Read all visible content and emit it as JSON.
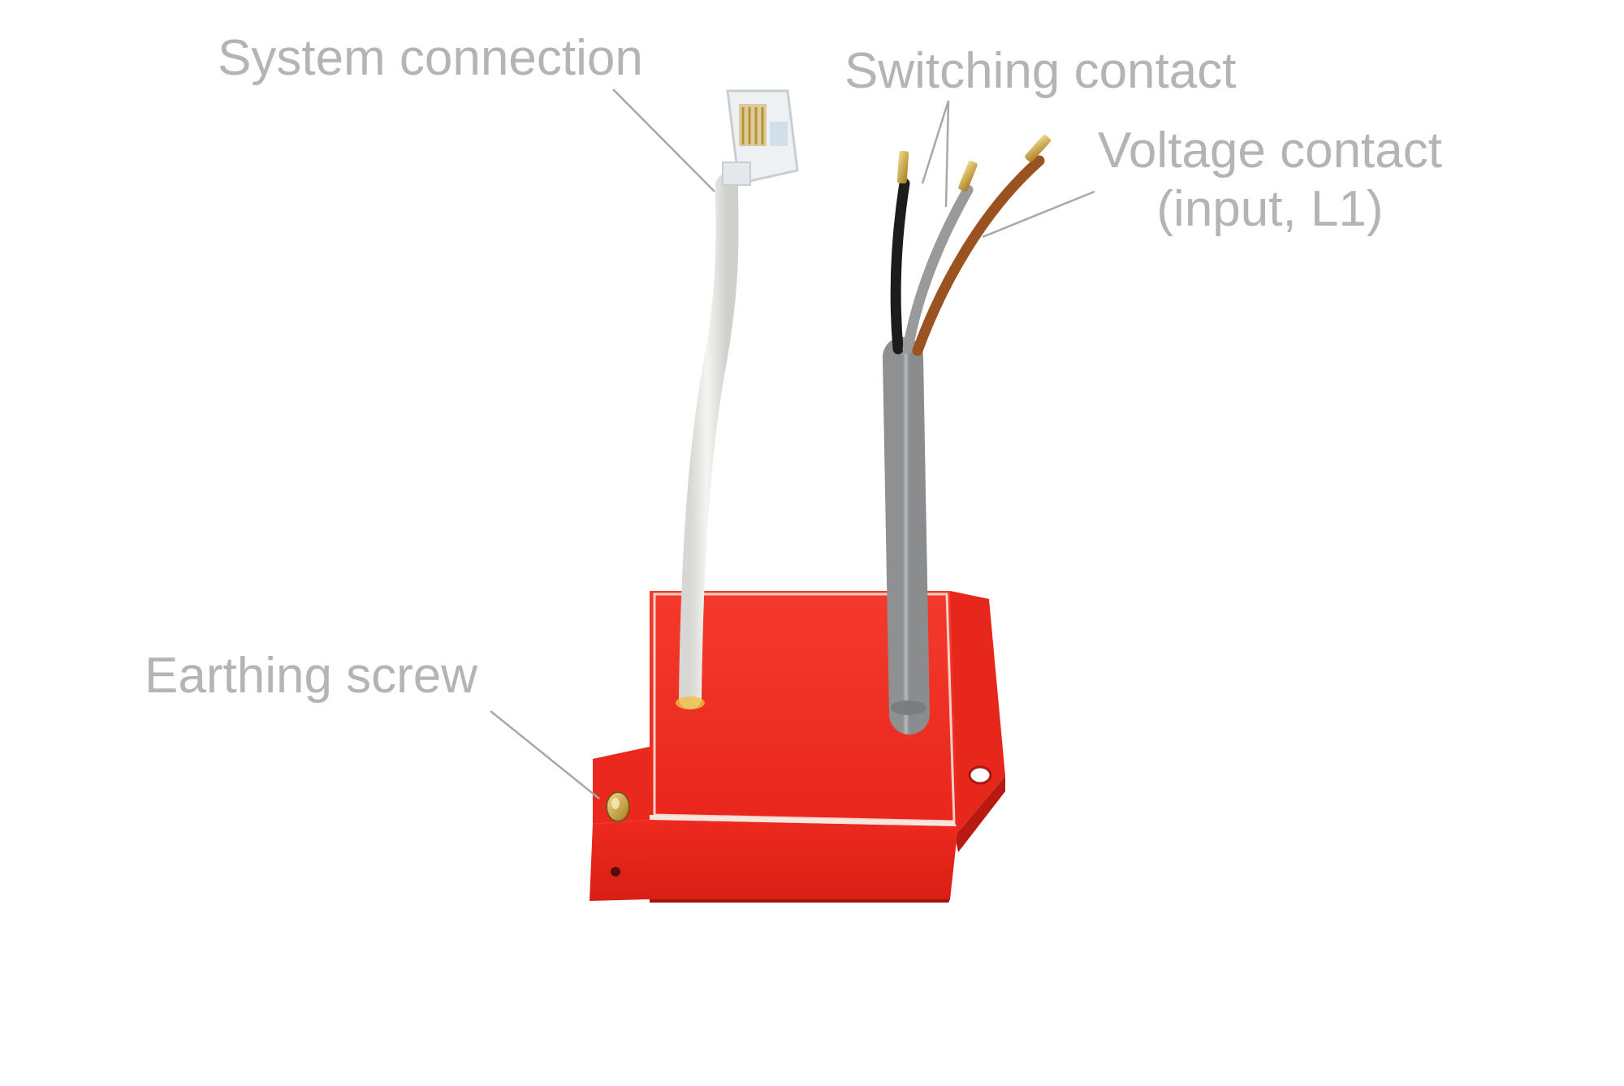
{
  "labels": {
    "system_connection": "System connection",
    "switching_contact": "Switching contact",
    "voltage_contact_line1": "Voltage contact",
    "voltage_contact_line2": "(input, L1)",
    "earthing_screw": "Earthing screw"
  },
  "colors": {
    "label_text": "#b4b4b4",
    "leader_line": "#a8a8a8",
    "housing_red": "#f0281e",
    "housing_red_dark": "#c81e14",
    "cable_white": "#e9e9e6",
    "cable_grey": "#a7a9ab",
    "wire_black": "#1c1c1c",
    "wire_grey": "#9a9a9a",
    "wire_brown": "#9a5220",
    "brass": "#c9a24a"
  }
}
